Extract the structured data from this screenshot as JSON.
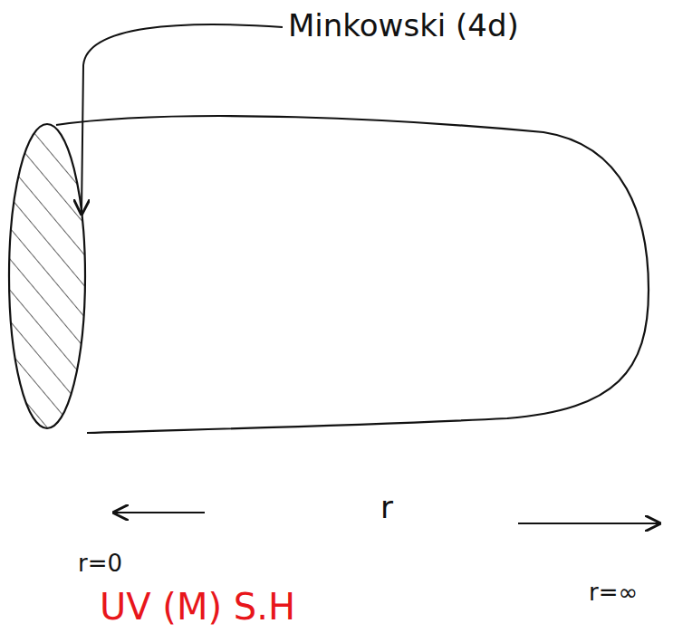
{
  "diagram": {
    "labels": [
      "Minkowski (4d)",
      "r",
      "r=0",
      "r=∞",
      "UV (M) S.H"
    ]
  }
}
